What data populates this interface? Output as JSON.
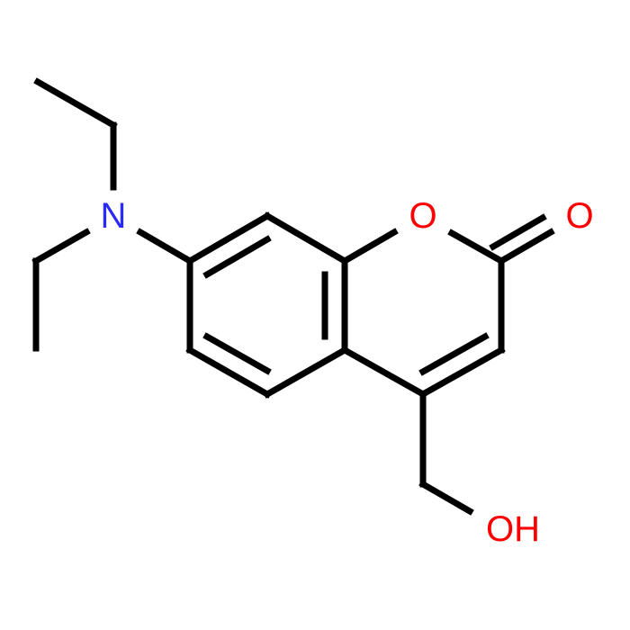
{
  "molecule": {
    "colors": {
      "bond": "#000000",
      "nitrogen": "#2a2aff",
      "oxygen": "#ff0000",
      "background": "#ffffff"
    },
    "atoms": {
      "n_label": "N",
      "ring_o_label": "O",
      "carbonyl_o_label": "O",
      "hydroxyl_label": "OH"
    }
  }
}
